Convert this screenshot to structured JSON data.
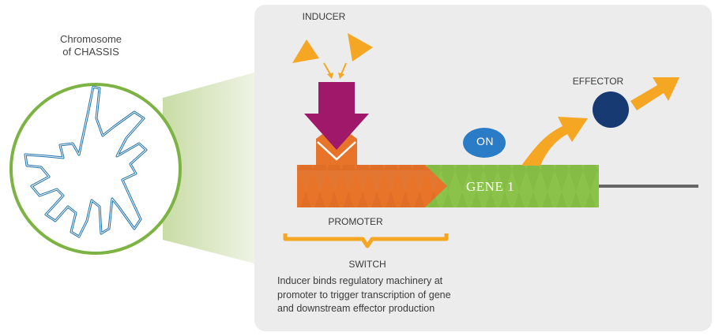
{
  "chromosome": {
    "label_line1": "Chromosome",
    "label_line2": "of CHASSIS"
  },
  "inducer": {
    "label": "INDUCER"
  },
  "effector": {
    "label": "EFFECTOR"
  },
  "on_badge": {
    "label": "ON"
  },
  "gene": {
    "label": "GENE 1"
  },
  "promoter": {
    "label": "PROMOTER"
  },
  "switch": {
    "label": "SWITCH",
    "description_lines": [
      "Inducer binds regulatory machinery at",
      "promoter to trigger transcription of gene",
      "and downstream effector production"
    ]
  },
  "colors": {
    "panel": "#ececec",
    "chromosome_ring": "#7cb342",
    "chromosome_strand": "#1e6fa6",
    "inducer": "#f5a623",
    "arrow_down": "#a0186a",
    "promoter": "#e8742a",
    "gene": "#8bc34a",
    "on_badge": "#2a7cc7",
    "effector": "#173a72",
    "output_arrow": "#f5a623",
    "dna_line": "#666666",
    "bracket": "#f5a623"
  }
}
